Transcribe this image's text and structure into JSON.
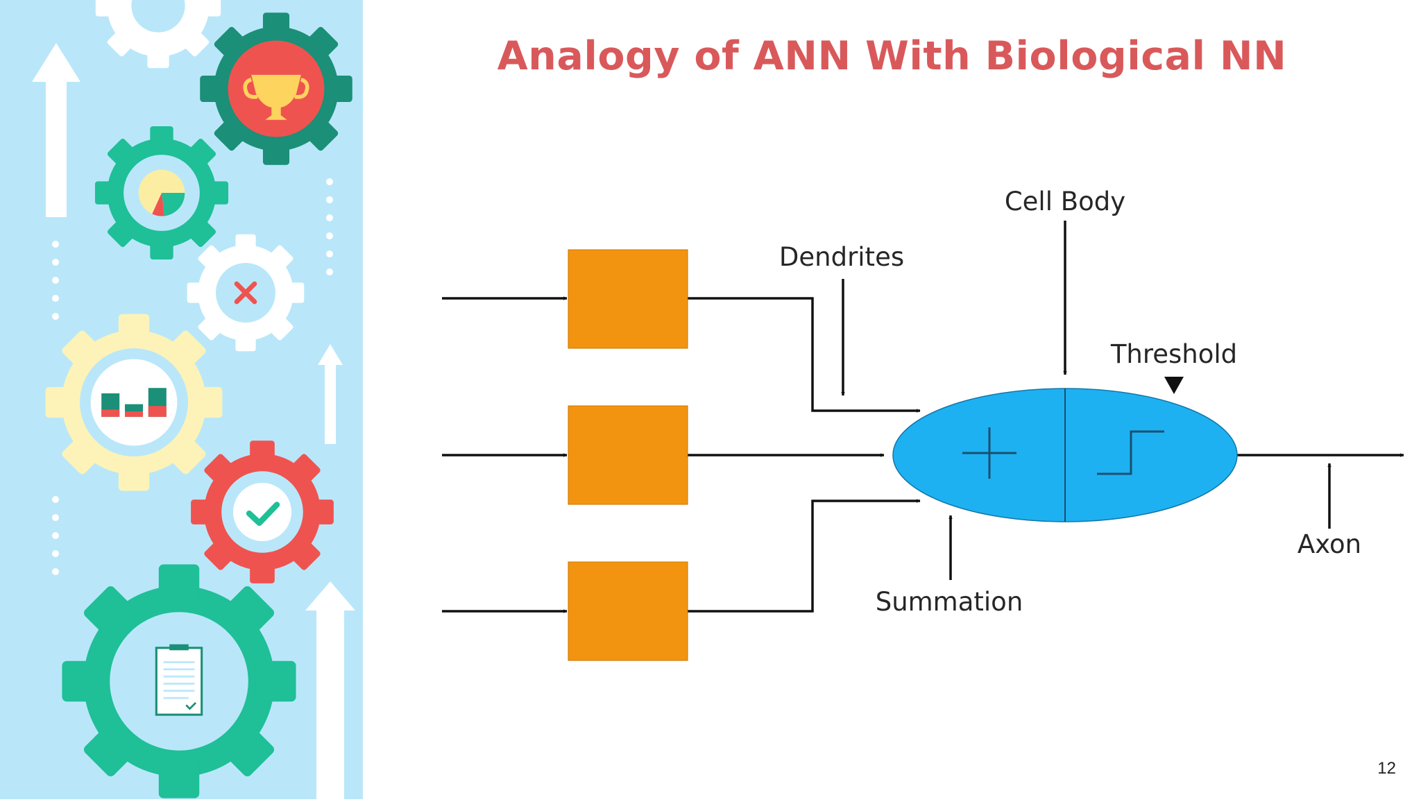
{
  "slide": {
    "title": "Analogy of ANN With Biological NN",
    "page_number": "12"
  },
  "diagram": {
    "labels": {
      "dendrites": "Dendrites",
      "cell_body": "Cell Body",
      "threshold": "Threshold",
      "summation": "Summation",
      "axon": "Axon"
    },
    "summation_symbol": "plus-icon",
    "threshold_symbol": "step-function-icon"
  },
  "colors": {
    "title": "#d9595b",
    "sidebar_bg": "#b9e7f9",
    "input_box": "#f39410",
    "cell_body": "#1eb1f2",
    "arrow": "#111111"
  }
}
